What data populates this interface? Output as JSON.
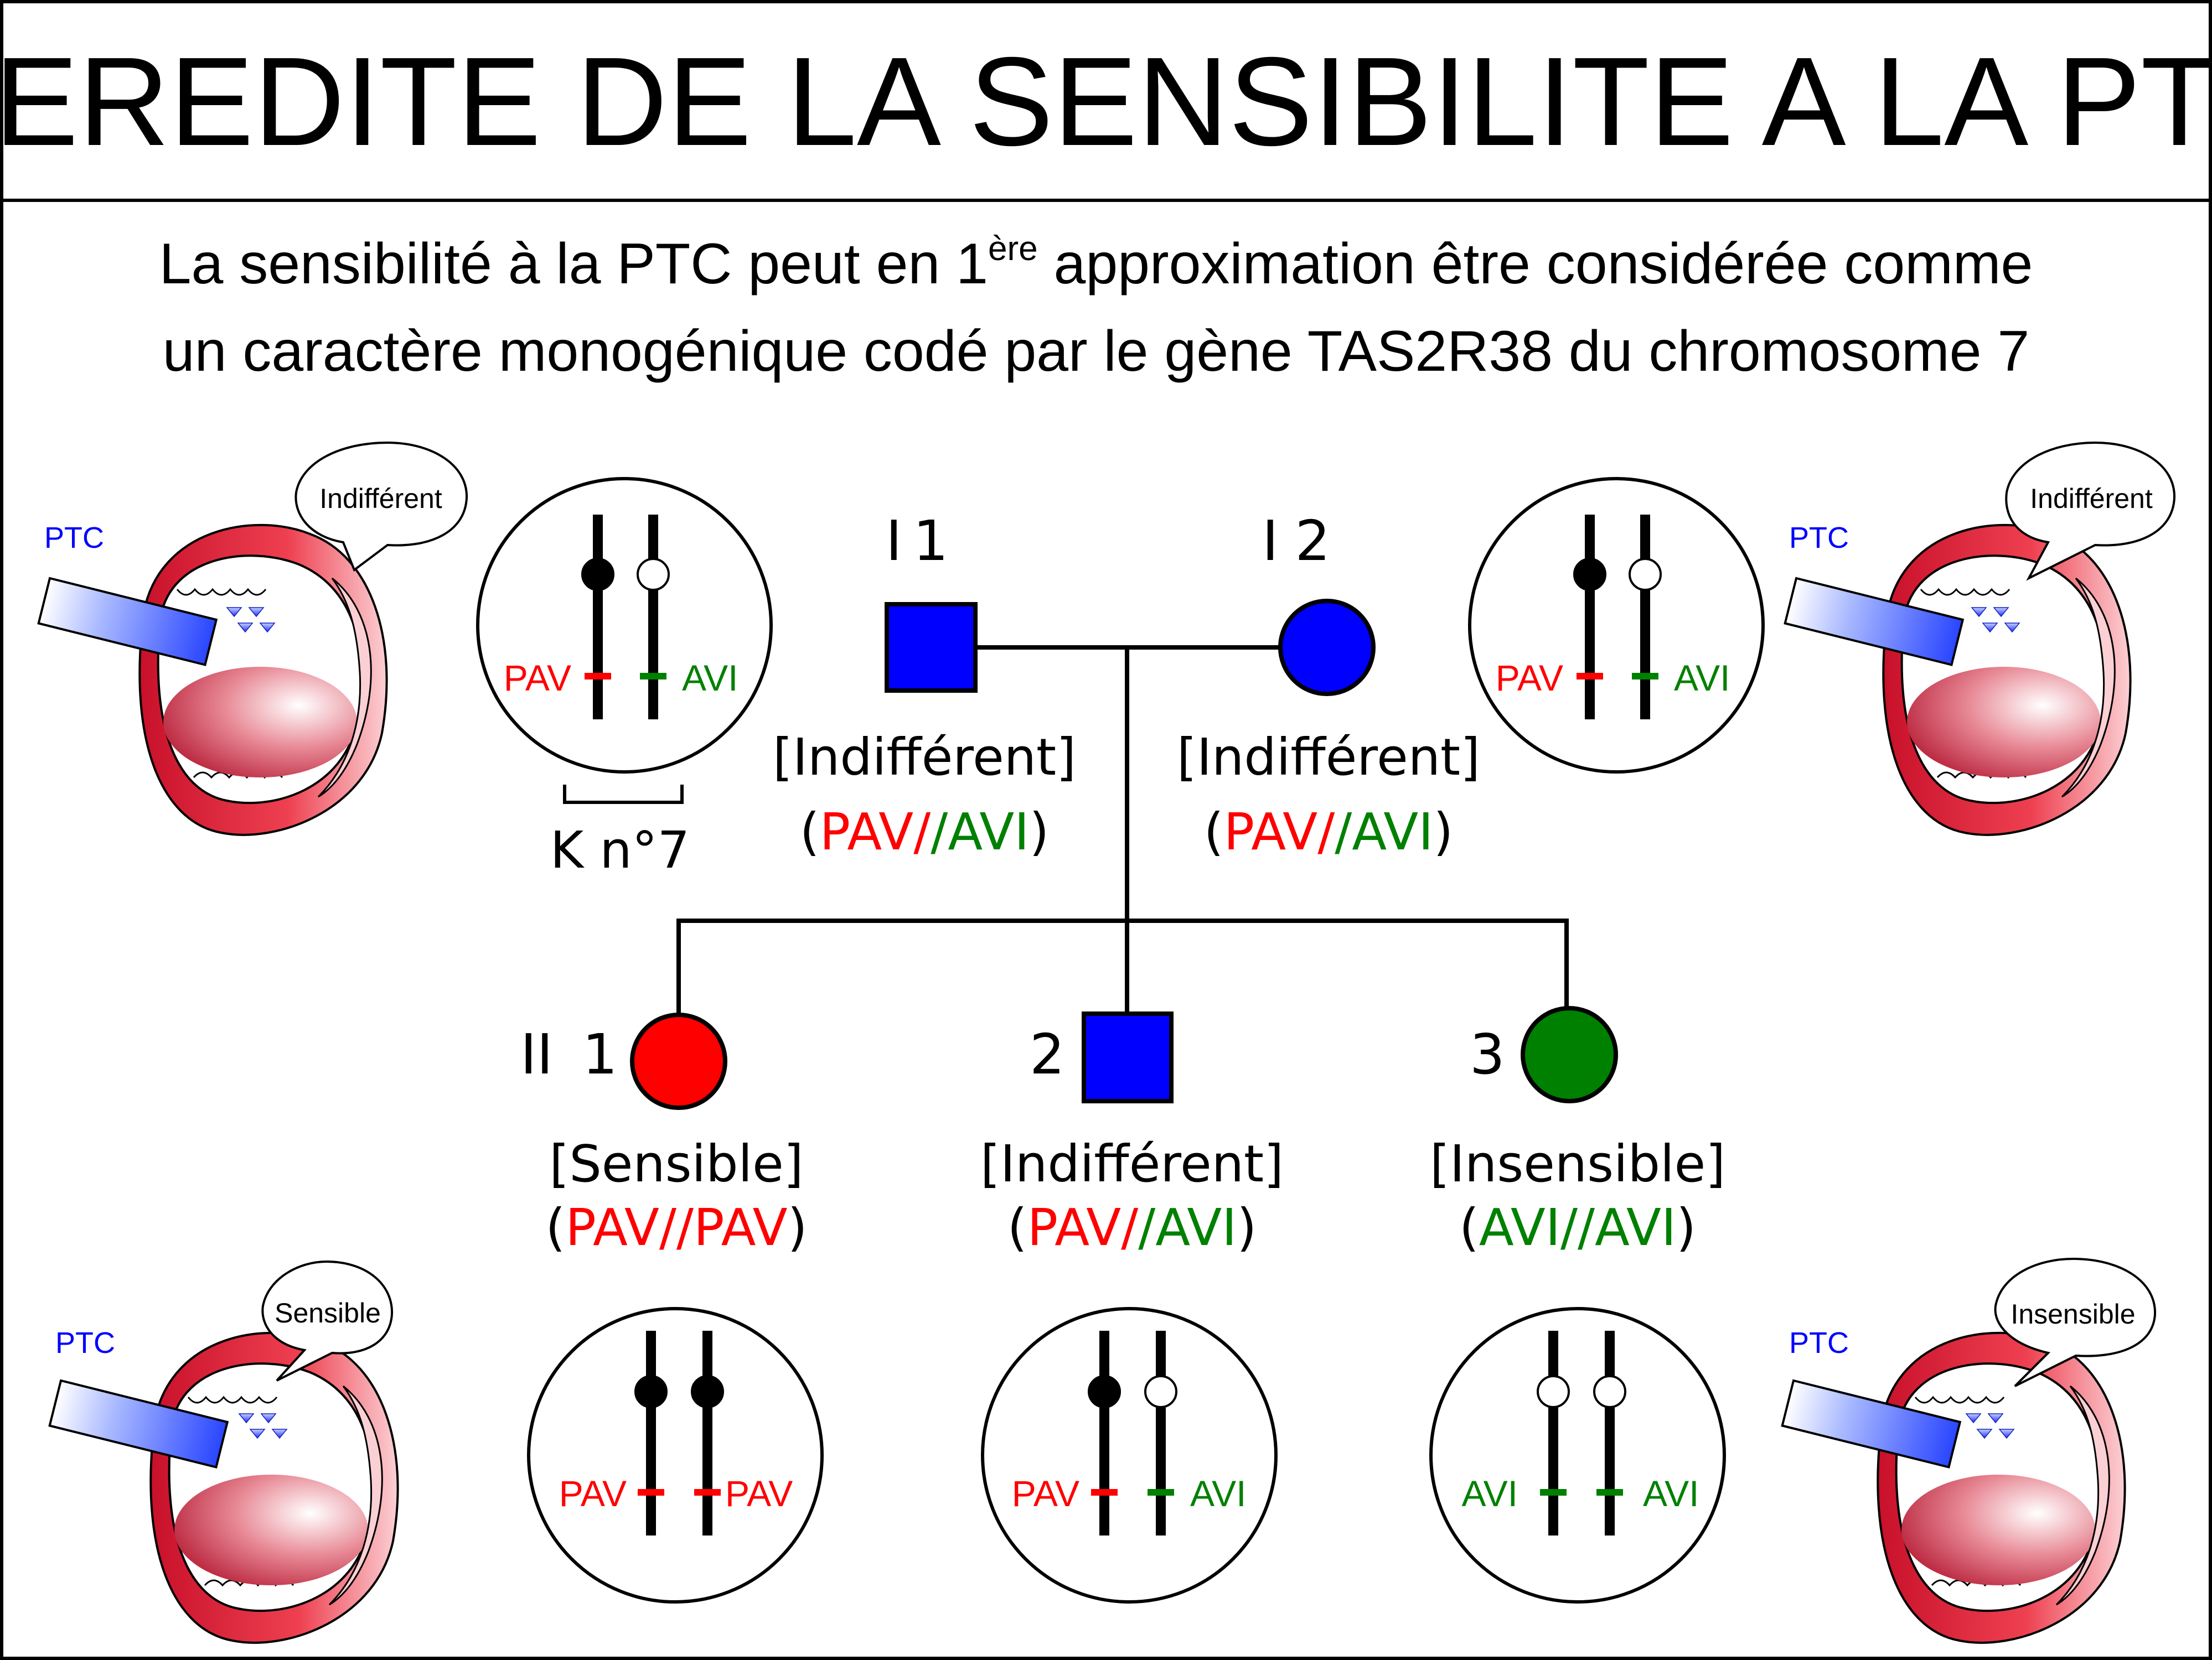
{
  "title": "HEREDITE DE LA SENSIBILITE A LA PTC",
  "intro": {
    "line1_a": "La sensibilité à la PTC peut en 1",
    "line1_sup": "ère",
    "line1_b": " approximation être considérée comme",
    "line2": "un caractère monogénique codé par le gène TAS2R38 du chromosome 7"
  },
  "chromosome_label": "K n°7",
  "generations": {
    "I": "I",
    "II": "II"
  },
  "alleles": {
    "pav": "PAV",
    "avi": "AVI",
    "sep": "//"
  },
  "individuals": {
    "I1": {
      "number": "1",
      "phenotype": "[Indifférent]",
      "genotype": [
        "PAV",
        "AVI"
      ],
      "color": "#0000ff",
      "shape": "square"
    },
    "I2": {
      "number": "2",
      "phenotype": "[Indifférent]",
      "genotype": [
        "PAV",
        "AVI"
      ],
      "color": "#0000ff",
      "shape": "circle"
    },
    "II1": {
      "number": "1",
      "phenotype": "[Sensible]",
      "genotype": [
        "PAV",
        "PAV"
      ],
      "color": "#ff0000",
      "shape": "circle"
    },
    "II2": {
      "number": "2",
      "phenotype": "[Indifférent]",
      "genotype": [
        "PAV",
        "AVI"
      ],
      "color": "#0000ff",
      "shape": "square"
    },
    "II3": {
      "number": "3",
      "phenotype": "[Insensible]",
      "genotype": [
        "AVI",
        "AVI"
      ],
      "color": "#008000",
      "shape": "circle"
    }
  },
  "mouths": {
    "ptc_label": "PTC",
    "top_left": "Indifférent",
    "top_right": "Indifférent",
    "bottom_left": "Sensible",
    "bottom_right": "Insensible"
  },
  "colors": {
    "pav": "#ff0000",
    "avi": "#008000",
    "ptc": "#0000ff",
    "parent_fill": "#0000ff"
  },
  "icons": [
    "open-mouth-icon",
    "ptc-paper-strip-icon",
    "speech-bubble-icon",
    "chromosome-icon"
  ]
}
